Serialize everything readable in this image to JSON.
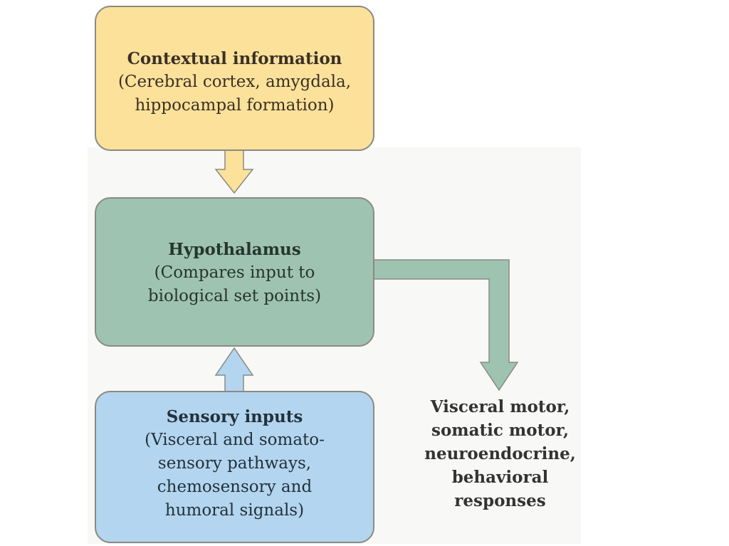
{
  "diagram": {
    "nodes": [
      {
        "id": "context",
        "title": "Contextual information",
        "lines": [
          "(Cerebral cortex, amygdala,",
          "hippocampal formation)"
        ],
        "color": "#fbe19a"
      },
      {
        "id": "hypothalamus",
        "title": "Hypothalamus",
        "lines": [
          "(Compares input to",
          "biological set points)"
        ],
        "color": "#9fc3b1"
      },
      {
        "id": "sensory",
        "title": "Sensory inputs",
        "lines": [
          "(Visceral and somato-",
          "sensory pathways,",
          "chemosensory and",
          "humoral signals)"
        ],
        "color": "#b3d5ef"
      }
    ],
    "output": {
      "lines": [
        "Visceral motor,",
        "somatic motor,",
        "neuroendocrine,",
        "behavioral",
        "responses"
      ]
    },
    "edges": [
      {
        "from": "context",
        "to": "hypothalamus",
        "color": "#fbe19a"
      },
      {
        "from": "sensory",
        "to": "hypothalamus",
        "color": "#b3d5ef"
      },
      {
        "from": "hypothalamus",
        "to": "output",
        "color": "#9fc3b1"
      }
    ]
  }
}
